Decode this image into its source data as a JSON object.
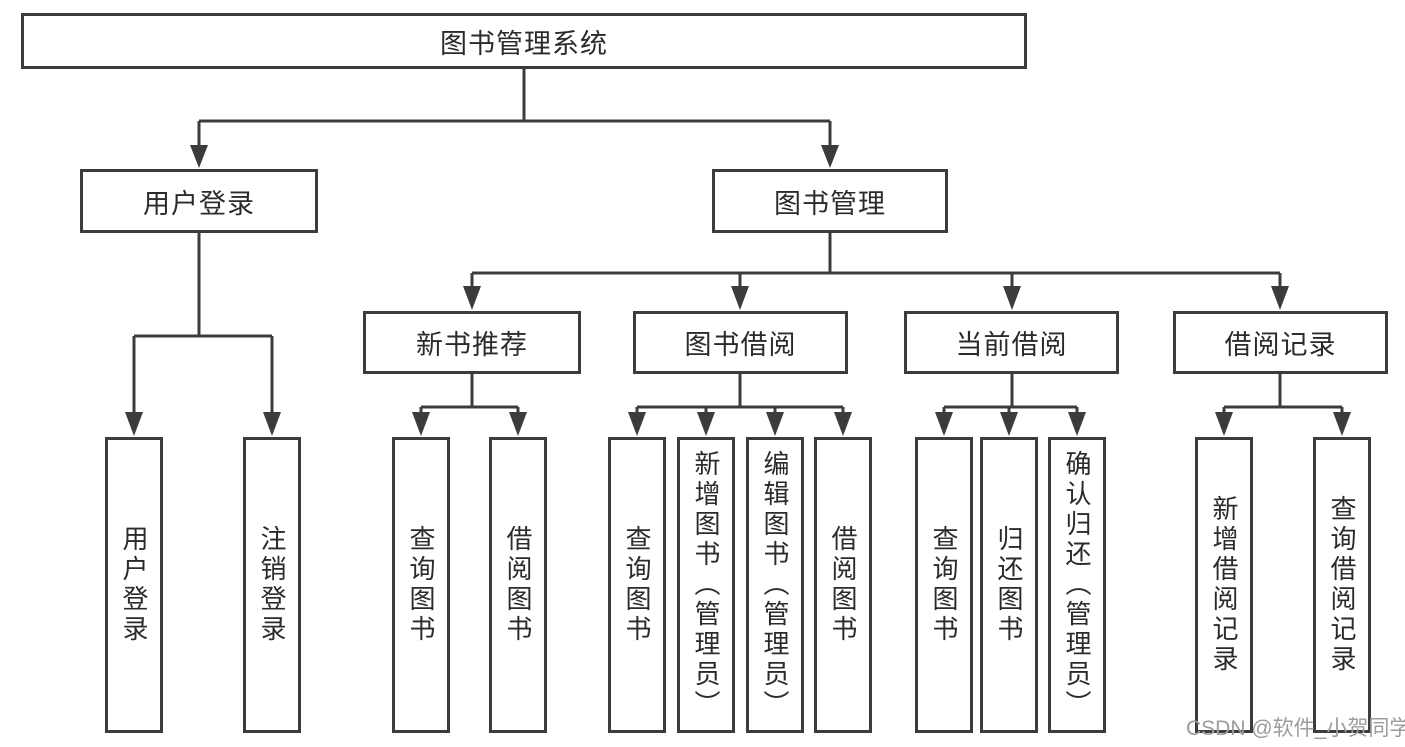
{
  "diagram_type": "hierarchy-tree",
  "colors": {
    "background": "#ffffff",
    "line": "#3c3c3c",
    "text": "#2b2b2b",
    "watermark": "#9c9c9c"
  },
  "tree": {
    "root": {
      "label": "图书管理系统"
    },
    "level2": [
      {
        "id": "user-login",
        "label": "用户登录"
      },
      {
        "id": "book-management",
        "label": "图书管理"
      }
    ],
    "level3": [
      {
        "id": "new-book-recommend",
        "label": "新书推荐",
        "parent": "图书管理"
      },
      {
        "id": "book-borrow",
        "label": "图书借阅",
        "parent": "图书管理"
      },
      {
        "id": "current-borrow",
        "label": "当前借阅",
        "parent": "图书管理"
      },
      {
        "id": "borrow-records",
        "label": "借阅记录",
        "parent": "图书管理"
      }
    ],
    "leaves": [
      {
        "parent": "用户登录",
        "items": [
          "用户登录",
          "注销登录"
        ]
      },
      {
        "parent": "新书推荐",
        "items": [
          "查询图书",
          "借阅图书"
        ]
      },
      {
        "parent": "图书借阅",
        "items": [
          "查询图书",
          "新增图书（管理员）",
          "编辑图书（管理员）",
          "借阅图书"
        ]
      },
      {
        "parent": "当前借阅",
        "items": [
          "查询图书",
          "归还图书",
          "确认归还（管理员）"
        ]
      },
      {
        "parent": "借阅记录",
        "items": [
          "新增借阅记录",
          "查询借阅记录"
        ]
      }
    ]
  },
  "watermark": "CSDN @软件_小贺同学"
}
